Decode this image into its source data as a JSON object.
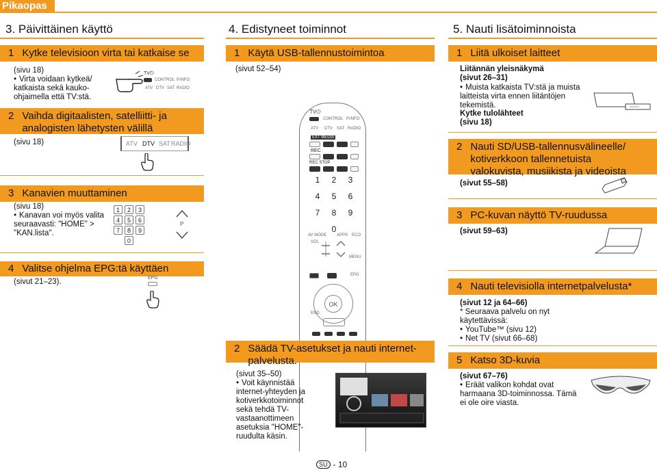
{
  "header": {
    "title": "Pikaopas"
  },
  "columns": [
    {
      "title": "3. Päivittäinen käyttö"
    },
    {
      "title": "4. Edistyneet toiminnot"
    },
    {
      "title": "5. Nauti lisätoiminnoista"
    }
  ],
  "col1": {
    "s1": {
      "num": "1",
      "title": "Kytke televisioon virta tai katkaise se",
      "ref": "(sivu 18)",
      "bullet": "Virta voidaan kytkeä/ katkaista sekä kauko- ohjaimella että TV:stä."
    },
    "s2": {
      "num": "2",
      "title": "Vaihda digitaalisten, satelliitti- ja analogisten lähetysten välillä",
      "ref": "(sivu 18)"
    },
    "s3": {
      "num": "3",
      "title": "Kanavien muuttaminen",
      "ref": "(sivu 18)",
      "bullet": "Kanavan voi myös valita seuraavasti: \"HOME\" > \"KAN.lista\"."
    },
    "s4": {
      "num": "4",
      "title": "Valitse ohjelma EPG:tä käyttäen",
      "ref": "(sivut 21–23)."
    }
  },
  "col2": {
    "s1": {
      "num": "1",
      "title": "Käytä USB-tallennustoimintoa",
      "ref": "(sivut 52–54)"
    },
    "s2": {
      "num": "2",
      "title_l1": "Säädä TV-asetukset ja nauti internet-",
      "title_l2": "palvelusta.",
      "ref": "(sivut 35–50)",
      "bullet": "Voit käynnistää internet-yhteyden ja kotiverkkotoiminnot sekä tehdä TV-vastaanottimeen asetuksia \"HOME\"-ruudulta käsin."
    }
  },
  "col3": {
    "s1": {
      "num": "1",
      "title": "Liitä ulkoiset laitteet",
      "sub1": "Liitännän yleisnäkymä",
      "sub1_ref": "(sivut 26–31)",
      "bullet": "Muista katkaista TV:stä ja muista laitteista virta ennen liitäntöjen tekemistä.",
      "sub2": "Kytke tulolähteet",
      "sub2_ref": "(sivu 18)"
    },
    "s2": {
      "num": "2",
      "title_l1": "Nauti SD/USB-tallennusvälineelle/",
      "title_l2": "kotiverkkoon tallennetuista",
      "title_l3": "valokuvista, musiikista ja videoista",
      "ref": "(sivut 55–58)"
    },
    "s3": {
      "num": "3",
      "title": "PC-kuvan näyttö TV-ruudussa",
      "ref": "(sivut 59–63)"
    },
    "s4": {
      "num": "4",
      "title": "Nauti televisiolla internetpalvelusta*",
      "ref": "(sivut 12 ja 64–66)",
      "note": "* Seuraava palvelu on nyt käytettävissä:",
      "b1": "YouTube™ (sivu 12)",
      "b2": "Net TV (sivut 66–68)"
    },
    "s5": {
      "num": "5",
      "title": "Katso 3D-kuvia",
      "ref": "(sivut 67–76)",
      "bullet": "Eräät valikon kohdat ovat harmaana 3D-toiminnossa. Tämä ei ole oire viasta."
    }
  },
  "remote_labels": {
    "tv": "TV⏻",
    "atv": "ATV",
    "dtv": "DTV",
    "sat": "SAT",
    "radio": "RADIO",
    "control": "CONTROL",
    "pinfo": "P.INFO",
    "ext": "EXT MEDIA",
    "rec": "REC",
    "recstop": "REC STOP",
    "avmode": "AV MODE",
    "vol": "VOL",
    "menu": "MENU",
    "epg": "EPG",
    "ok": "OK",
    "end": "END",
    "app": "APPS",
    "eco": "ECO",
    "p": "P"
  },
  "keypad": [
    "1",
    "2",
    "3",
    "4",
    "5",
    "6",
    "7",
    "8",
    "9",
    "0"
  ],
  "footer": {
    "badge": "SU",
    "page": "- 10"
  }
}
